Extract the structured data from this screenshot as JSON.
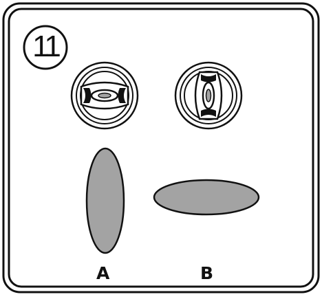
{
  "step": {
    "number": "11"
  },
  "labels": {
    "a": "A",
    "b": "B"
  },
  "colors": {
    "stroke": "#111111",
    "fill_gray": "#a3a3a3",
    "background": "#ffffff"
  },
  "diagram": {
    "nozzles": [
      {
        "name": "nozzle-horizontal-slot-icon",
        "orientation": "horizontal"
      },
      {
        "name": "nozzle-vertical-slot-icon",
        "orientation": "vertical"
      }
    ],
    "spray_patterns": [
      {
        "label": "A",
        "orientation": "vertical"
      },
      {
        "label": "B",
        "orientation": "horizontal"
      }
    ]
  }
}
